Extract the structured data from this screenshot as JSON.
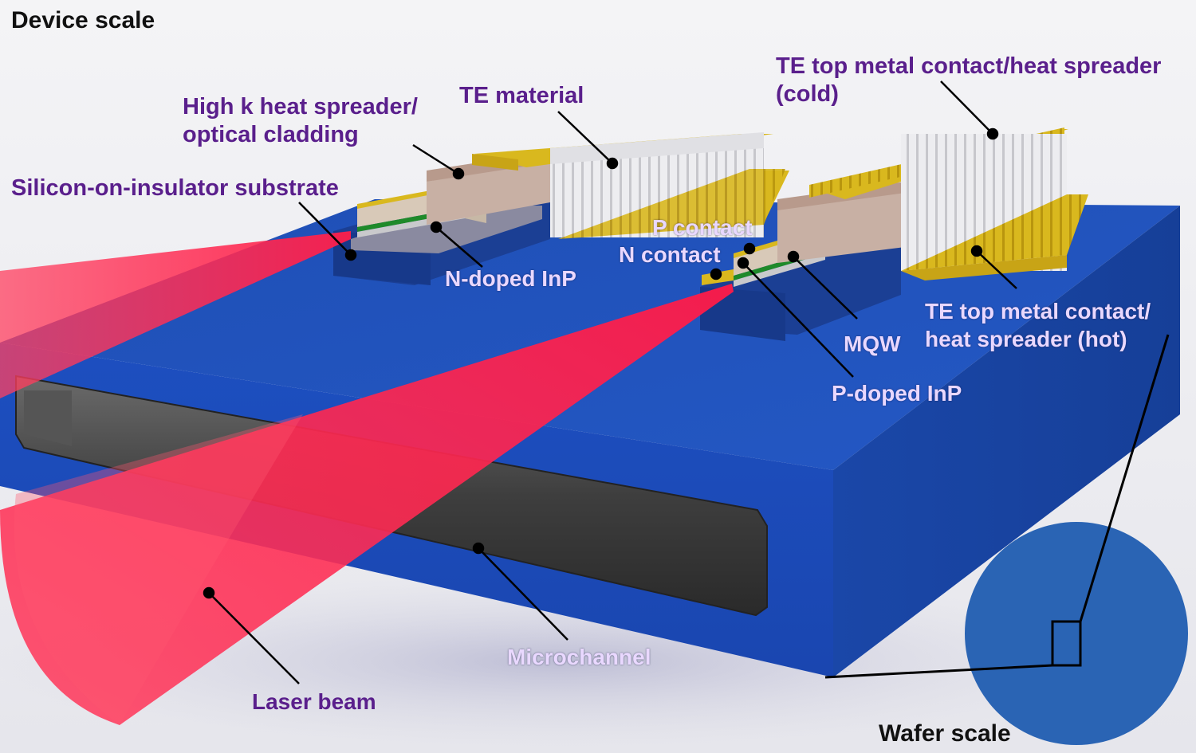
{
  "titles": {
    "device_scale": "Device scale",
    "wafer_scale": "Wafer scale"
  },
  "labels": {
    "te_top_metal_cold_line1": "TE top metal contact/heat spreader",
    "te_top_metal_cold_line2": "(cold)",
    "te_material": "TE material",
    "high_k_line1": "High k heat spreader/",
    "high_k_line2": "optical cladding",
    "soi_substrate": "Silicon-on-insulator substrate",
    "p_contact": "P contact",
    "n_contact": "N contact",
    "n_doped_inp": "N-doped InP",
    "te_top_metal_hot_line1": "TE top metal contact/",
    "te_top_metal_hot_line2": "heat spreader (hot)",
    "mqw": "MQW",
    "p_doped_inp": "P-doped InP",
    "microchannel": "Microchannel",
    "laser_beam": "Laser beam"
  },
  "colors": {
    "substrate_blue": "#1f50b8",
    "wafer_blue": "#2a64b4",
    "gold_contact": "#d4b21a",
    "laser_red": "#ff2050",
    "label_purple": "#5a1f8c",
    "label_light": "#e9d8ff"
  }
}
